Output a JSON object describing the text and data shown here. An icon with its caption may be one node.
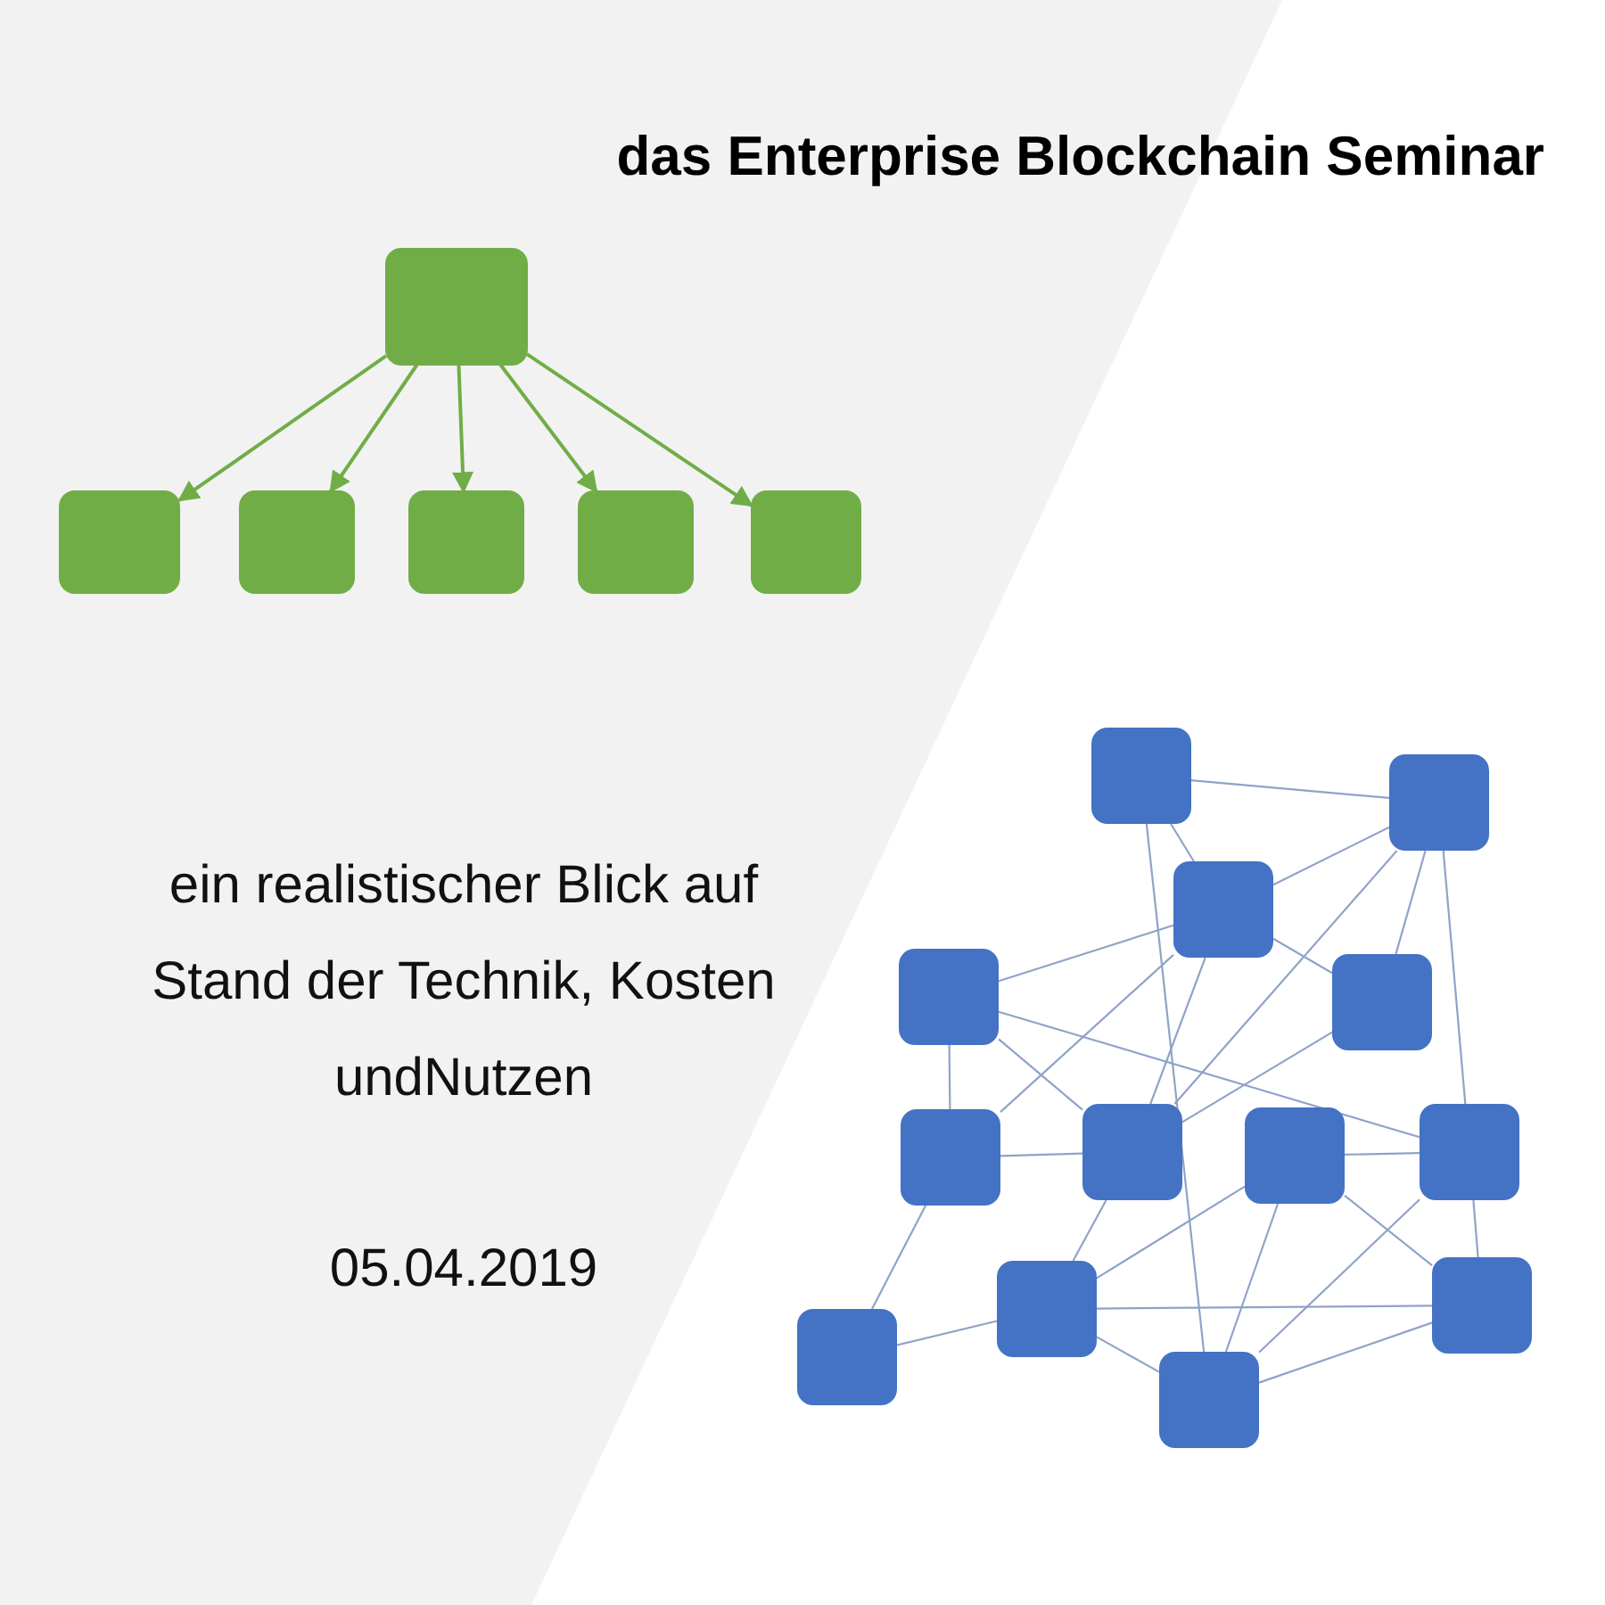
{
  "diagram": {
    "title": "das Enterprise Blockchain Seminar",
    "nodes": [
      {
        "text": [],
        "shape": "box"
      },
      {
        "text": [],
        "shape": "box"
      },
      {
        "text": [],
        "shape": "box"
      },
      {
        "text": [],
        "shape": "box"
      },
      {
        "text": [],
        "shape": "box"
      },
      {
        "text": [],
        "shape": "box"
      },
      {
        "text": [],
        "shape": "box"
      },
      {
        "text": [],
        "shape": "box"
      },
      {
        "text": [],
        "shape": "box"
      },
      {
        "text": [],
        "shape": "box"
      },
      {
        "text": [],
        "shape": "box"
      },
      {
        "text": [],
        "shape": "box"
      },
      {
        "text": [],
        "shape": "box"
      },
      {
        "text": [],
        "shape": "box"
      },
      {
        "text": [],
        "shape": "box"
      },
      {
        "text": [],
        "shape": "box"
      },
      {
        "text": [],
        "shape": "box"
      },
      {
        "text": [],
        "shape": "box"
      },
      {
        "text": [],
        "shape": "box"
      }
    ],
    "edges": [
      {
        "from": 0,
        "to": 1,
        "arrow": "to",
        "color": "#70ad47"
      },
      {
        "from": 0,
        "to": 2,
        "arrow": "to",
        "color": "#70ad47"
      },
      {
        "from": 0,
        "to": 3,
        "arrow": "to",
        "color": "#70ad47"
      },
      {
        "from": 0,
        "to": 4,
        "arrow": "to",
        "color": "#70ad47"
      },
      {
        "from": 0,
        "to": 5,
        "arrow": "to",
        "color": "#70ad47"
      },
      {
        "from": 6,
        "to": 7,
        "arrow": "none"
      },
      {
        "from": 6,
        "to": 8,
        "arrow": "none"
      },
      {
        "from": 6,
        "to": 18,
        "arrow": "none"
      },
      {
        "from": 7,
        "to": 8,
        "arrow": "none"
      },
      {
        "from": 7,
        "to": 10,
        "arrow": "none"
      },
      {
        "from": 7,
        "to": 12,
        "arrow": "none"
      },
      {
        "from": 7,
        "to": 14,
        "arrow": "none"
      },
      {
        "from": 8,
        "to": 9,
        "arrow": "none"
      },
      {
        "from": 8,
        "to": 10,
        "arrow": "none"
      },
      {
        "from": 8,
        "to": 11,
        "arrow": "none"
      },
      {
        "from": 8,
        "to": 12,
        "arrow": "none"
      },
      {
        "from": 9,
        "to": 14,
        "arrow": "none"
      },
      {
        "from": 9,
        "to": 11,
        "arrow": "none"
      },
      {
        "from": 9,
        "to": 12,
        "arrow": "none"
      },
      {
        "from": 10,
        "to": 12,
        "arrow": "none"
      },
      {
        "from": 11,
        "to": 12,
        "arrow": "none"
      },
      {
        "from": 11,
        "to": 17,
        "arrow": "none"
      },
      {
        "from": 12,
        "to": 15,
        "arrow": "none"
      },
      {
        "from": 13,
        "to": 14,
        "arrow": "none"
      },
      {
        "from": 13,
        "to": 16,
        "arrow": "none"
      },
      {
        "from": 13,
        "to": 18,
        "arrow": "none"
      },
      {
        "from": 13,
        "to": 15,
        "arrow": "none"
      },
      {
        "from": 14,
        "to": 16,
        "arrow": "none"
      },
      {
        "from": 14,
        "to": 18,
        "arrow": "none"
      },
      {
        "from": 15,
        "to": 16,
        "arrow": "none"
      },
      {
        "from": 15,
        "to": 17,
        "arrow": "none"
      },
      {
        "from": 15,
        "to": 18,
        "arrow": "none"
      },
      {
        "from": 16,
        "to": 18,
        "arrow": "none"
      }
    ],
    "labels": [
      "ein realistischer Blick auf Stand der Technik, Kosten undNutzen",
      "05.04.2019"
    ]
  }
}
